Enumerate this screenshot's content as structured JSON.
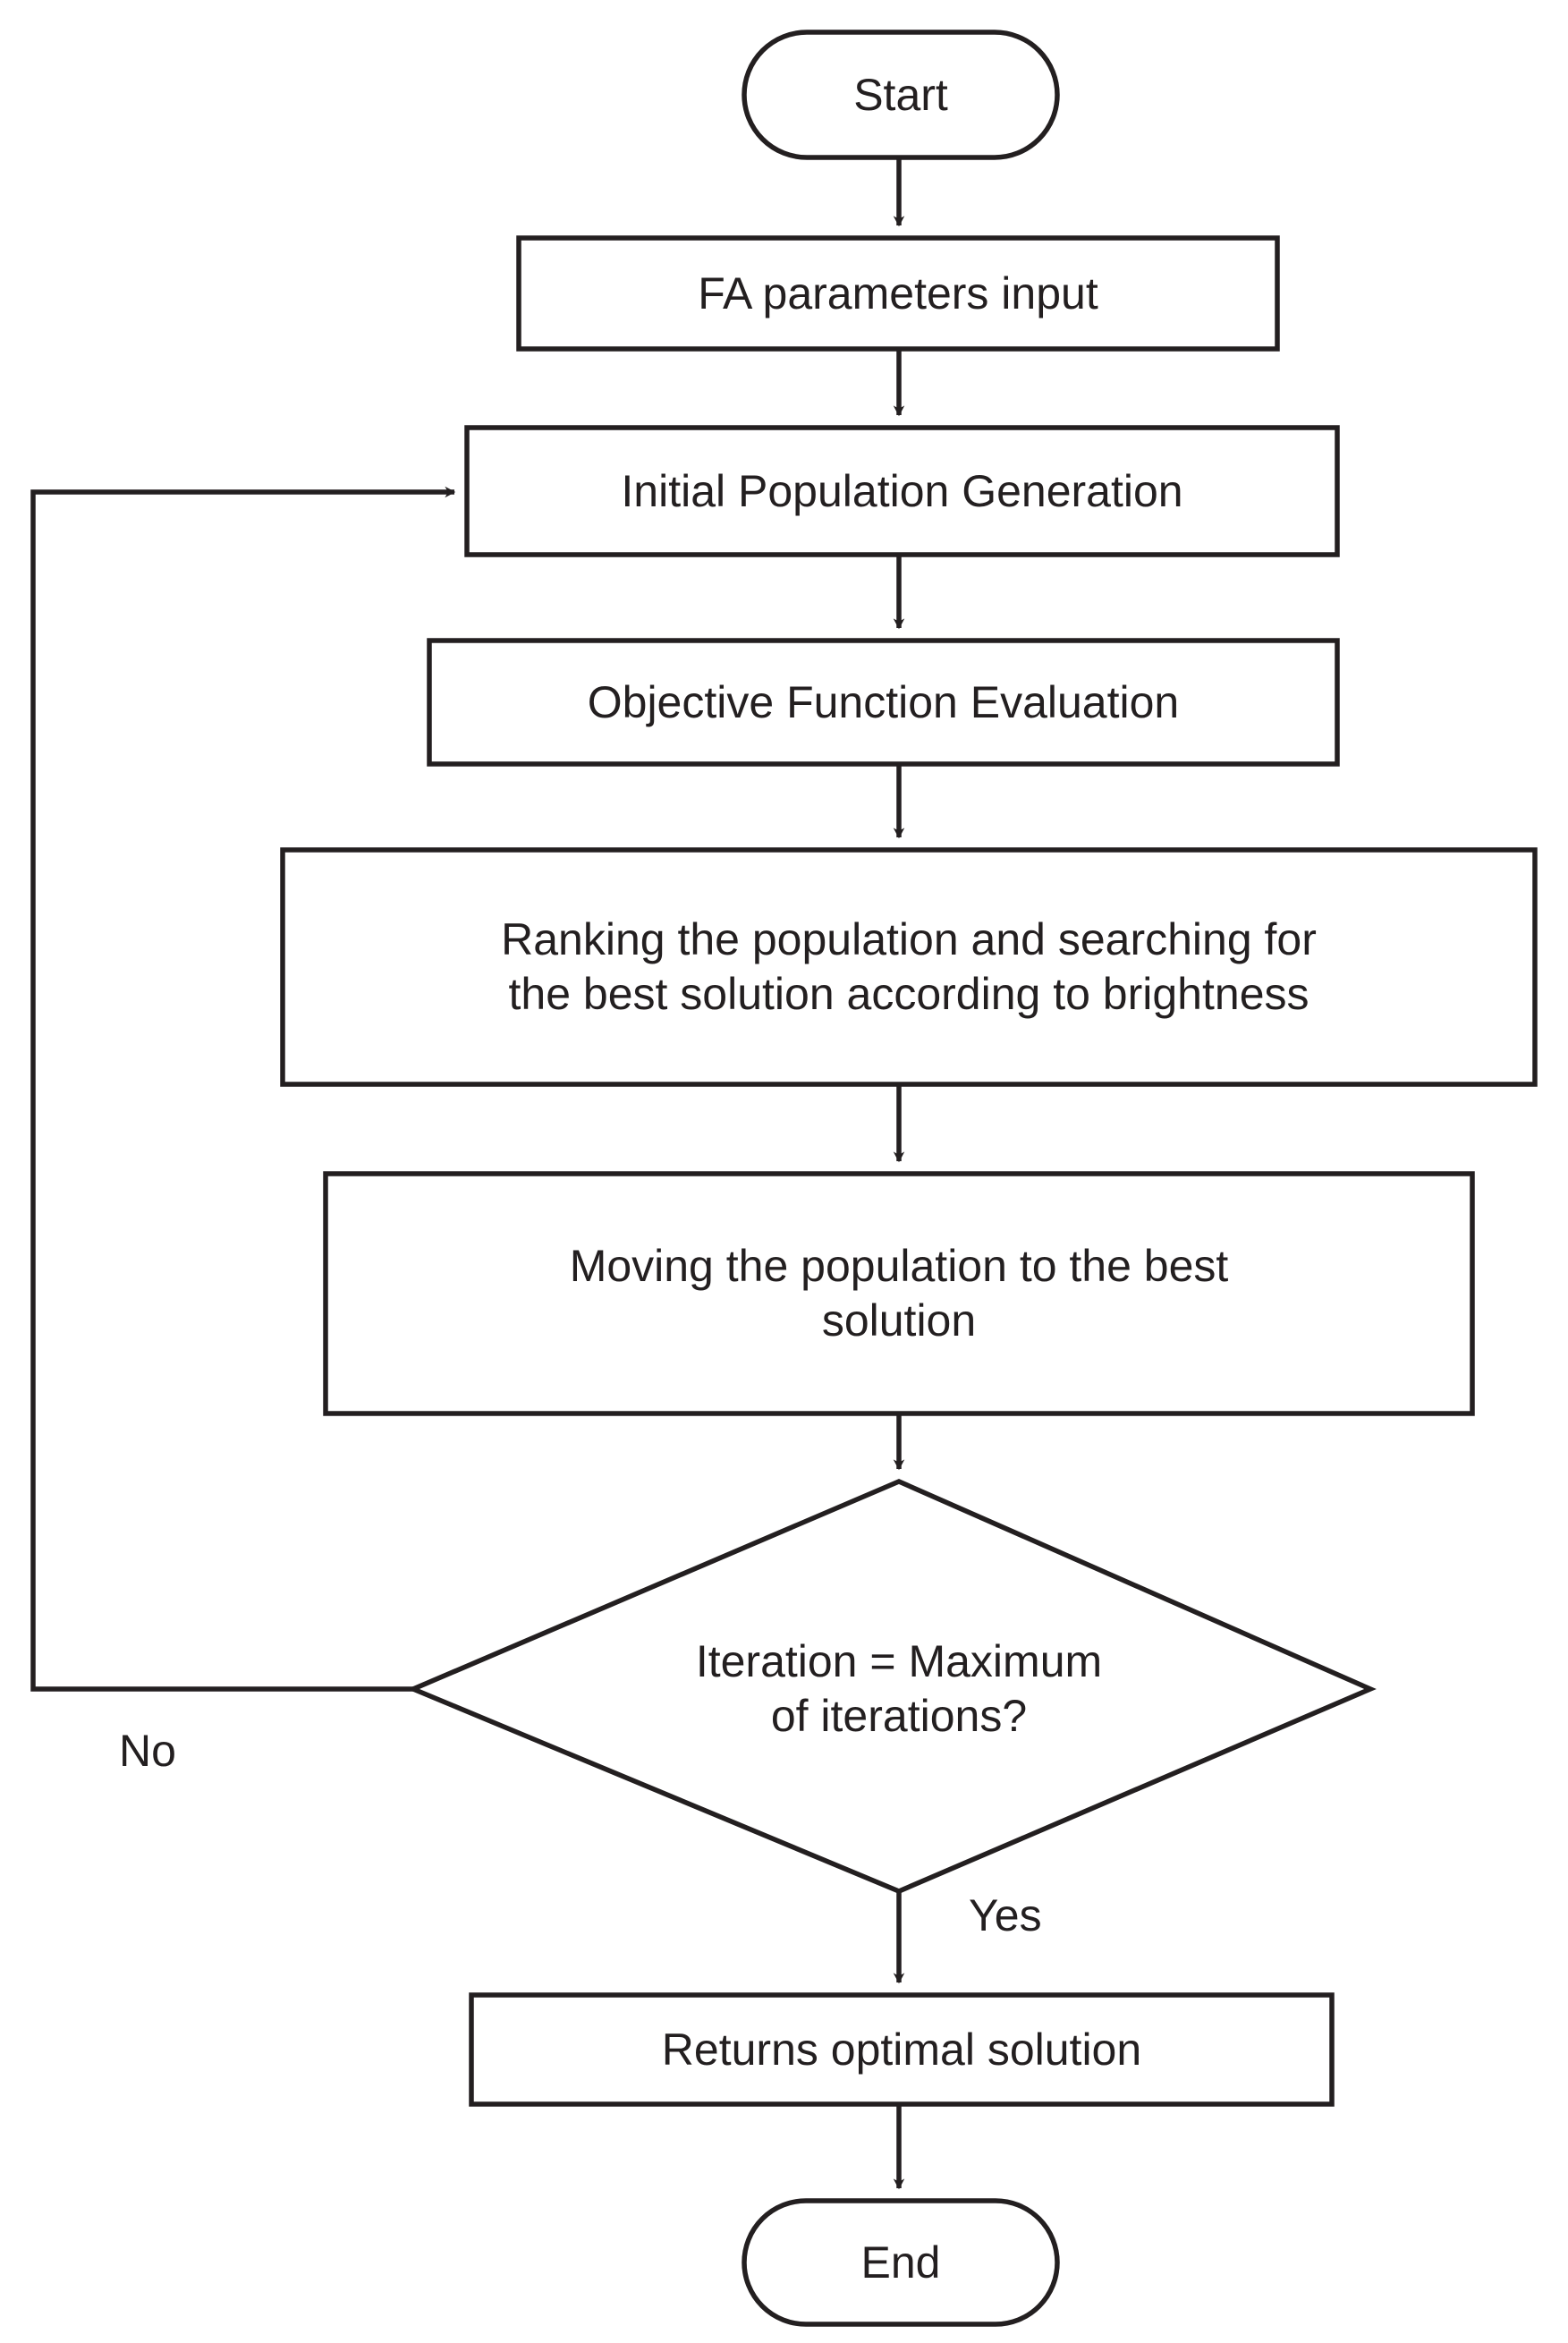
{
  "diagram": {
    "title": "Firefly Algorithm (FA) flowchart",
    "background_color": "#ffffff",
    "stroke_color": "#231f20",
    "text_color": "#231f20",
    "nodes": [
      {
        "id": "start",
        "shape": "terminator",
        "label": "Start"
      },
      {
        "id": "fa_params",
        "shape": "process",
        "label": "FA parameters input"
      },
      {
        "id": "init_pop",
        "shape": "process",
        "label": "Initial Population Generation"
      },
      {
        "id": "objective",
        "shape": "process",
        "label": "Objective Function Evaluation"
      },
      {
        "id": "ranking",
        "shape": "process",
        "label": "Ranking the population and searching for\nthe best solution according to brightness"
      },
      {
        "id": "moving",
        "shape": "process",
        "label": "Moving the population to the best\nsolution"
      },
      {
        "id": "decision",
        "shape": "decision",
        "label": "Iteration = Maximum\nof iterations?"
      },
      {
        "id": "returns",
        "shape": "process",
        "label": "Returns optimal solution"
      },
      {
        "id": "end",
        "shape": "terminator",
        "label": "End"
      }
    ],
    "edge_labels": {
      "no": "No",
      "yes": "Yes"
    }
  }
}
